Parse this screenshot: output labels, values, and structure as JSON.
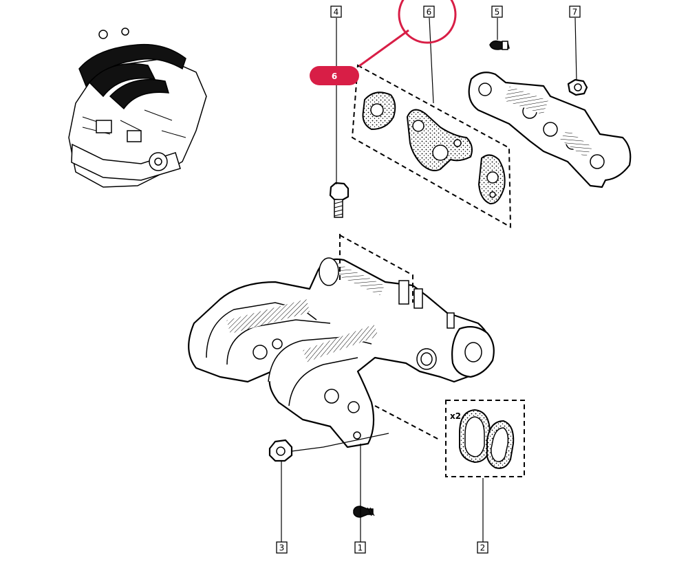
{
  "callouts": [
    {
      "id": "1",
      "label": "1"
    },
    {
      "id": "2",
      "label": "2"
    },
    {
      "id": "3",
      "label": "3"
    },
    {
      "id": "4",
      "label": "4"
    },
    {
      "id": "5",
      "label": "5"
    },
    {
      "id": "6",
      "label": "6"
    },
    {
      "id": "7",
      "label": "7"
    }
  ],
  "highlight": {
    "label": "6",
    "color": "#d81e46"
  },
  "quantity_note": "x2"
}
